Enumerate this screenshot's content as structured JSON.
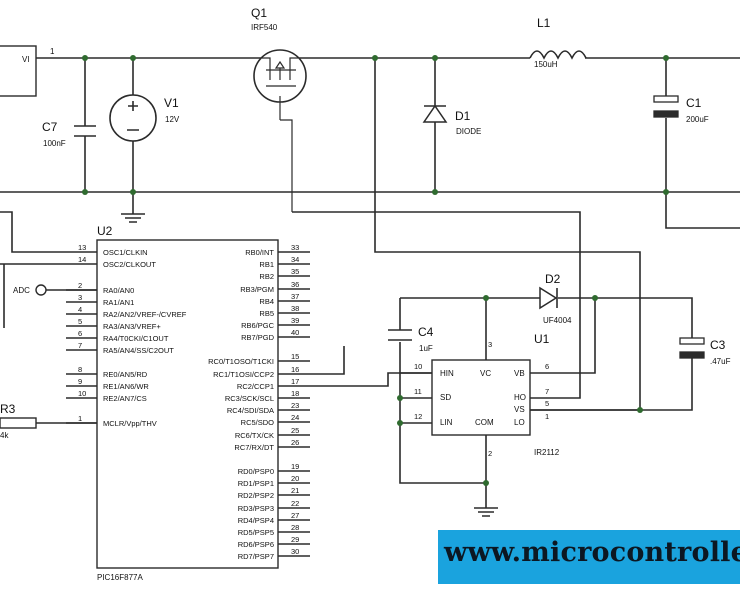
{
  "components": {
    "vi": {
      "label": "VI",
      "pin": "1"
    },
    "q1": {
      "ref": "Q1",
      "value": "IRF540"
    },
    "l1": {
      "ref": "L1",
      "value": "150uH"
    },
    "c7": {
      "ref": "C7",
      "value": "100nF"
    },
    "v1": {
      "ref": "V1",
      "value": "12V"
    },
    "d1": {
      "ref": "D1",
      "value": "DIODE"
    },
    "c1": {
      "ref": "C1",
      "value": "200uF"
    },
    "d2": {
      "ref": "D2",
      "value": "UF4004"
    },
    "c4": {
      "ref": "C4",
      "value": "1uF"
    },
    "c3": {
      "ref": "C3",
      "value": ".47uF"
    },
    "r3": {
      "ref": "R3",
      "value": "4k"
    },
    "adc": {
      "label": "ADC"
    }
  },
  "u1": {
    "ref": "U1",
    "part": "IR2112",
    "pins": {
      "hin": {
        "name": "HIN",
        "num": "10"
      },
      "sd": {
        "name": "SD",
        "num": "11"
      },
      "lin": {
        "name": "LIN",
        "num": "12"
      },
      "vc": {
        "name": "VC",
        "num": "3"
      },
      "com": {
        "name": "COM",
        "num": "2"
      },
      "vb": {
        "name": "VB",
        "num": "6"
      },
      "ho": {
        "name": "HO",
        "num": "7"
      },
      "vs": {
        "name": "VS",
        "num": "5"
      },
      "lo": {
        "name": "LO",
        "num": "1"
      }
    }
  },
  "u2": {
    "ref": "U2",
    "part": "PIC16F877A",
    "left_pins": [
      {
        "name": "OSC1/CLKIN",
        "num": "13"
      },
      {
        "name": "OSC2/CLKOUT",
        "num": "14"
      },
      {
        "name": "RA0/AN0",
        "num": "2"
      },
      {
        "name": "RA1/AN1",
        "num": "3"
      },
      {
        "name": "RA2/AN2/VREF-/CVREF",
        "num": "4"
      },
      {
        "name": "RA3/AN3/VREF+",
        "num": "5"
      },
      {
        "name": "RA4/T0CKI/C1OUT",
        "num": "6"
      },
      {
        "name": "RA5/AN4/SS/C2OUT",
        "num": "7"
      },
      {
        "name": "RE0/AN5/RD",
        "num": "8"
      },
      {
        "name": "RE1/AN6/WR",
        "num": "9"
      },
      {
        "name": "RE2/AN7/CS",
        "num": "10"
      },
      {
        "name": "MCLR/Vpp/THV",
        "num": "1"
      }
    ],
    "right_pins": [
      {
        "name": "RB0/INT",
        "num": "33"
      },
      {
        "name": "RB1",
        "num": "34"
      },
      {
        "name": "RB2",
        "num": "35"
      },
      {
        "name": "RB3/PGM",
        "num": "36"
      },
      {
        "name": "RB4",
        "num": "37"
      },
      {
        "name": "RB5",
        "num": "38"
      },
      {
        "name": "RB6/PGC",
        "num": "39"
      },
      {
        "name": "RB7/PGD",
        "num": "40"
      },
      {
        "name": "RC0/T1OSO/T1CKI",
        "num": "15"
      },
      {
        "name": "RC1/T1OSI/CCP2",
        "num": "16"
      },
      {
        "name": "RC2/CCP1",
        "num": "17"
      },
      {
        "name": "RC3/SCK/SCL",
        "num": "18"
      },
      {
        "name": "RC4/SDI/SDA",
        "num": "23"
      },
      {
        "name": "RC5/SDO",
        "num": "24"
      },
      {
        "name": "RC6/TX/CK",
        "num": "25"
      },
      {
        "name": "RC7/RX/DT",
        "num": "26"
      },
      {
        "name": "RD0/PSP0",
        "num": "19"
      },
      {
        "name": "RD1/PSP1",
        "num": "20"
      },
      {
        "name": "RD2/PSP2",
        "num": "21"
      },
      {
        "name": "RD3/PSP3",
        "num": "22"
      },
      {
        "name": "RD4/PSP4",
        "num": "27"
      },
      {
        "name": "RD5/PSP5",
        "num": "28"
      },
      {
        "name": "RD6/PSP6",
        "num": "29"
      },
      {
        "name": "RD7/PSP7",
        "num": "30"
      }
    ]
  },
  "banner": {
    "text": "www.microcontroller",
    "color": "#1aa3de"
  },
  "colors": {
    "wire": "#2b2b2b",
    "node": "#2f6b2f"
  }
}
